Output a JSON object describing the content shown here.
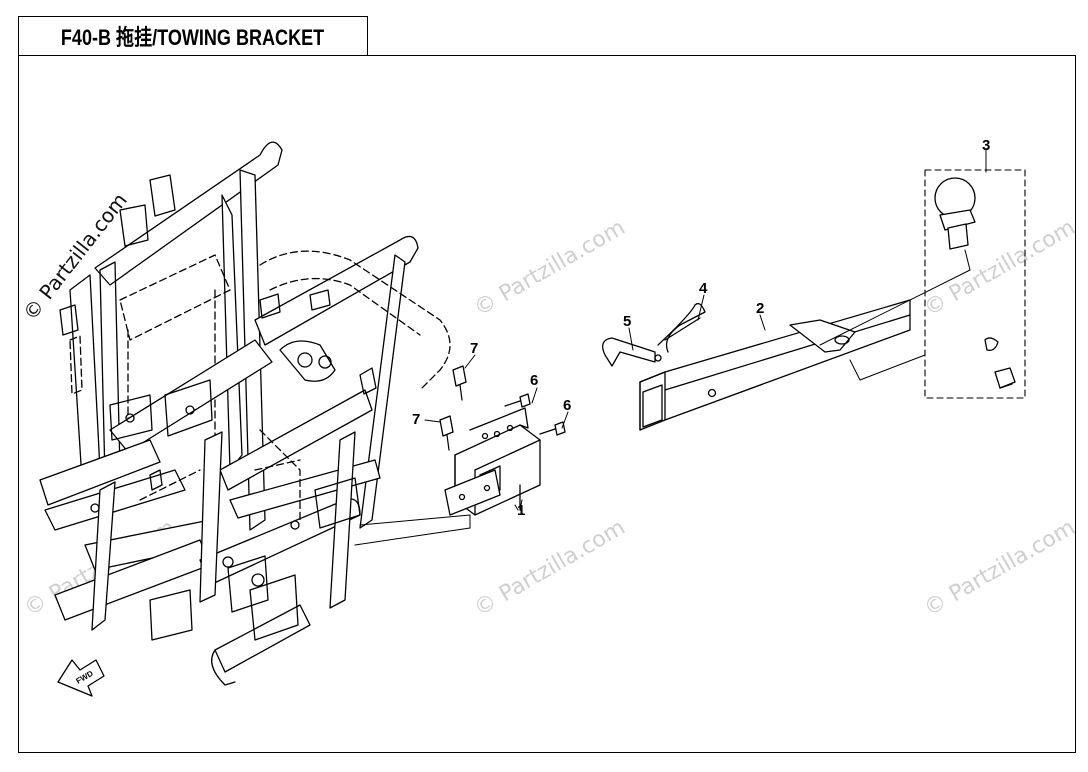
{
  "header": {
    "title": "F40-B 拖挂/TOWING BRACKET"
  },
  "watermark": {
    "text": "© Partzilla.com"
  },
  "callouts": {
    "c1": "1",
    "c2": "2",
    "c3": "3",
    "c4": "4",
    "c5": "5",
    "c6a": "6",
    "c6b": "6",
    "c7a": "7",
    "c7b": "7"
  },
  "fwd_marker": {
    "label": "FWD"
  },
  "colors": {
    "line": "#000000",
    "watermark": "#cfcfcf",
    "background": "#ffffff"
  }
}
